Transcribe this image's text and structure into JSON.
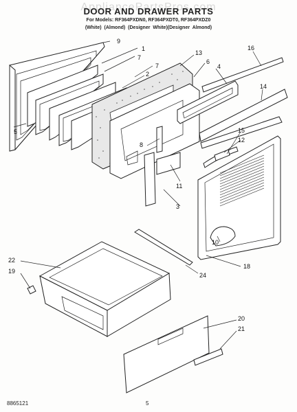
{
  "header": {
    "watermark": "AppliancePartsPros.com",
    "title": "DOOR AND DRAWER PARTS",
    "models": "For Models: RF364PXDN0, RF364PXDT0, RF364PXDZ0",
    "variants": "(White)    (Almond)    (Designer White)(Designer Almond)"
  },
  "callouts": {
    "c9": "9",
    "c1": "1",
    "c7a": "7",
    "c2": "2",
    "c7b": "7",
    "c13": "13",
    "c6": "6",
    "c4": "4",
    "c16": "16",
    "c14": "14",
    "c5": "5",
    "c15": "15",
    "c12": "12",
    "c8": "8",
    "c11": "11",
    "c3": "3",
    "c10": "10",
    "c18": "18",
    "c22": "22",
    "c19": "19",
    "c24": "24",
    "c20": "20",
    "c21": "21"
  },
  "footer": {
    "left": "8865121",
    "page": "5"
  }
}
